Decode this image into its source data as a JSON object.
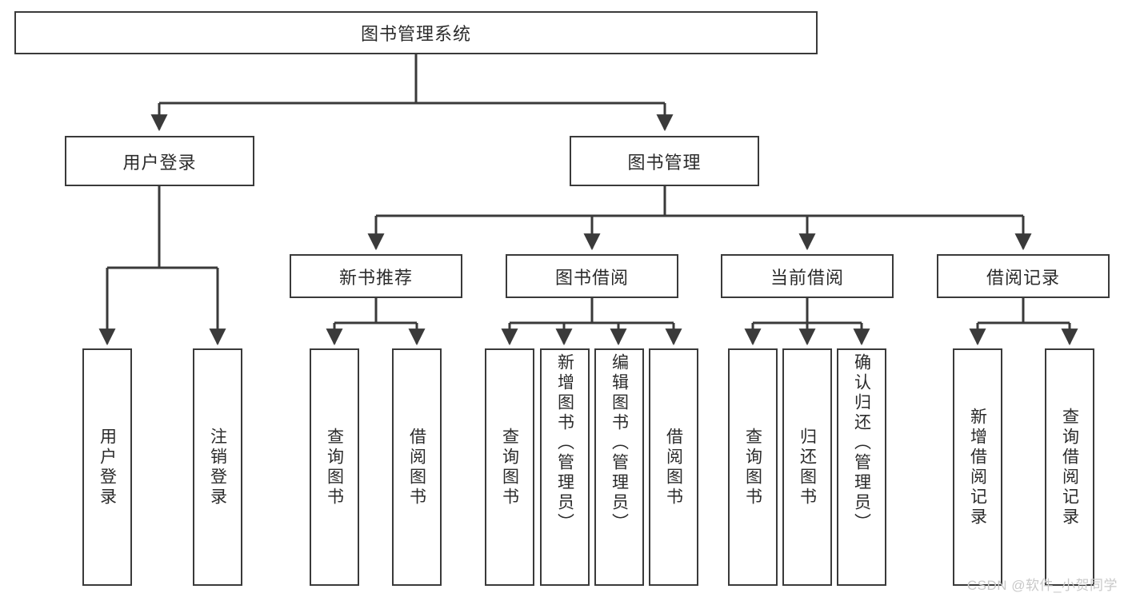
{
  "diagram": {
    "title_root": "图书管理系统",
    "watermark": "CSDN @软件_小贺同学",
    "colors": {
      "stroke": "#3a3a3a",
      "fill": "#ffffff",
      "text": "#2b2b2b",
      "watermark": "#c9c9c9"
    },
    "nodes": {
      "root": {
        "label": "图书管理系统"
      },
      "level2": [
        {
          "label": "用户登录"
        },
        {
          "label": "图书管理"
        }
      ],
      "level3": [
        {
          "label": "新书推荐"
        },
        {
          "label": "图书借阅"
        },
        {
          "label": "当前借阅"
        },
        {
          "label": "借阅记录"
        }
      ],
      "leaves": {
        "user_login": [
          {
            "label": "用户登录"
          },
          {
            "label": "注销登录"
          }
        ],
        "new_book": [
          {
            "label": "查询图书"
          },
          {
            "label": "借阅图书"
          }
        ],
        "book_borrow": [
          {
            "label": "查询图书"
          },
          {
            "label": "新增图书（管理员）"
          },
          {
            "label": "编辑图书（管理员）"
          },
          {
            "label": "借阅图书"
          }
        ],
        "current_borrow": [
          {
            "label": "查询图书"
          },
          {
            "label": "归还图书"
          },
          {
            "label": "确认归还（管理员）"
          }
        ],
        "borrow_record": [
          {
            "label": "新增借阅记录"
          },
          {
            "label": "查询借阅记录"
          }
        ]
      }
    }
  }
}
